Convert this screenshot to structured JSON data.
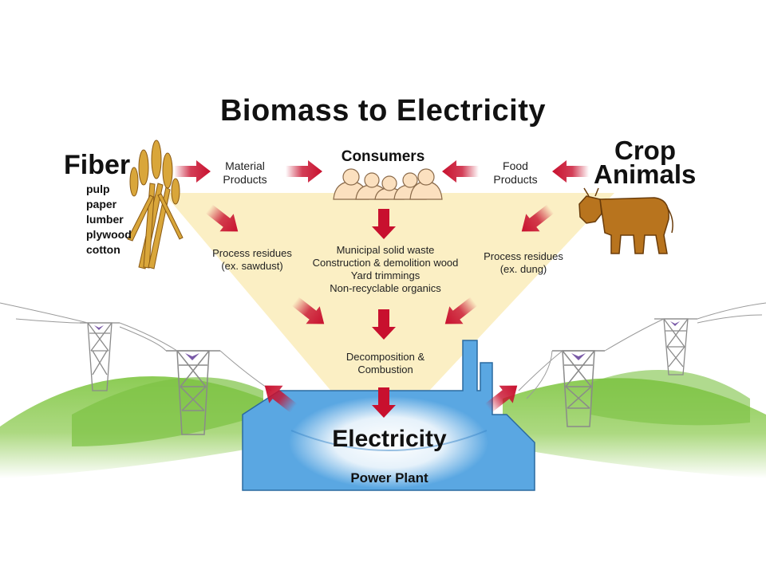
{
  "title": "Biomass to Electricity",
  "fiber": {
    "heading": "Fiber",
    "items": [
      "pulp",
      "paper",
      "lumber",
      "plywood",
      "cotton"
    ]
  },
  "crop_animals": {
    "line1": "Crop",
    "line2": "Animals"
  },
  "material_products": {
    "line1": "Material",
    "line2": "Products"
  },
  "consumers": "Consumers",
  "food_products": {
    "line1": "Food",
    "line2": "Products"
  },
  "process_residues_left": {
    "line1": "Process residues",
    "line2": "(ex. sawdust)"
  },
  "process_residues_right": {
    "line1": "Process residues",
    "line2": "(ex. dung)"
  },
  "center_waste": [
    "Municipal solid waste",
    "Construction & demolition wood",
    "Yard trimmings",
    "Non-recyclable organics"
  ],
  "decomposition": {
    "line1": "Decomposition &",
    "line2": "Combustion"
  },
  "electricity": "Electricity",
  "power_plant": "Power Plant",
  "colors": {
    "arrow": "#c8102e",
    "funnel": "#fbefc4",
    "plant": "#5aa7e2",
    "hill": "#7cc243",
    "wheat": "#d9a63a",
    "cow": "#b8741e",
    "people": "#fbe0bf"
  }
}
